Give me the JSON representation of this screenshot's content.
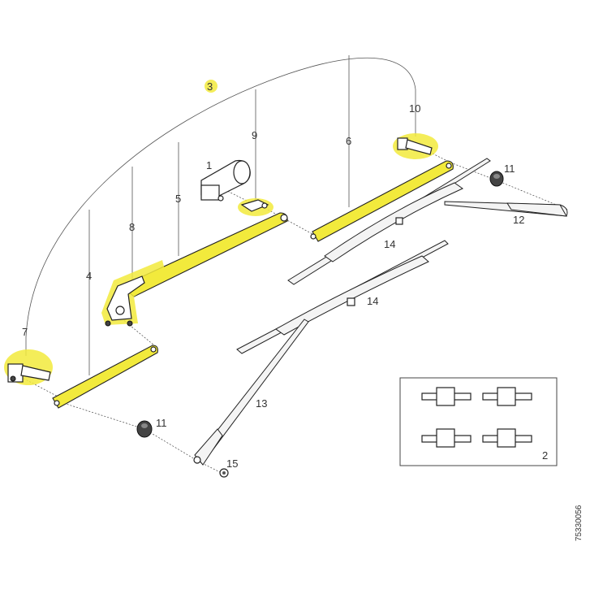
{
  "callouts": {
    "c1": "1",
    "c2": "2",
    "c3": "3",
    "c4": "4",
    "c5": "5",
    "c6": "6",
    "c7": "7",
    "c8": "8",
    "c9": "9",
    "c10": "10",
    "c11a": "11",
    "c11b": "11",
    "c12": "12",
    "c13": "13",
    "c14a": "14",
    "c14b": "14",
    "c15": "15"
  },
  "figure_code": "75330056",
  "colors": {
    "highlight": "#f2ea3c",
    "line": "#222222"
  }
}
